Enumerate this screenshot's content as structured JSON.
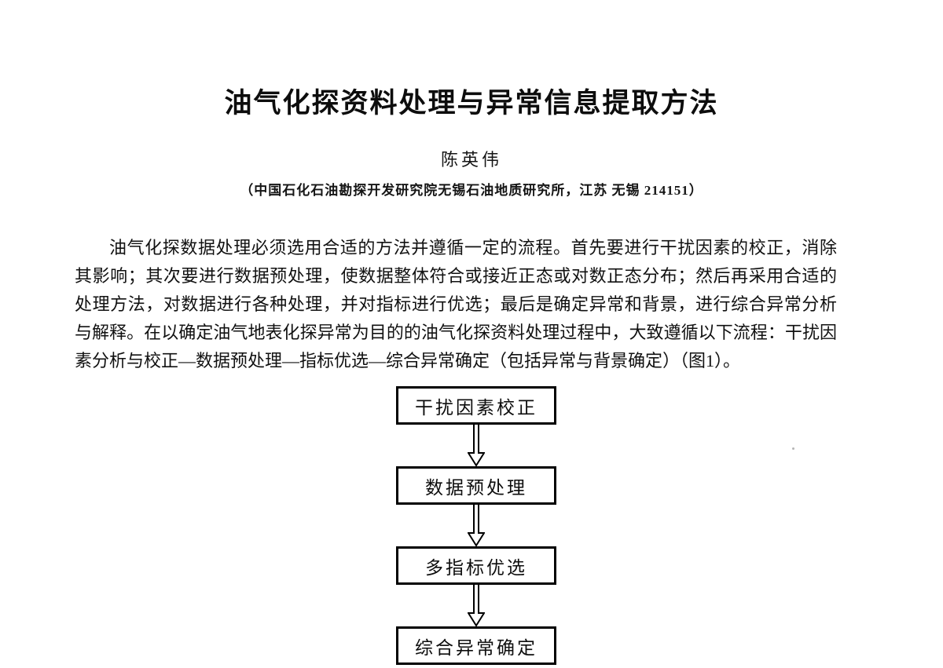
{
  "page": {
    "title": "油气化探资料处理与异常信息提取方法",
    "author": "陈英伟",
    "affiliation": "（中国石化石油勘探开发研究院无锡石油地质研究所，江苏 无锡  214151）",
    "paragraph_lines": [
      "油气化探数据处理必须选用合适的方法并遵循一定的流程。首先要进行干扰因素的校正，消除",
      "其影响；其次要进行数据预处理，使数据整体符合或接近正态或对数正态分布；然后再采用合适的",
      "处理方法，对数据进行各种处理，并对指标进行优选；最后是确定异常和背景，进行综合异常分析",
      "与解释。在以确定油气地表化探异常为目的的油气化探资料处理过程中，大致遵循以下流程：干扰因",
      "素分析与校正—数据预处理—指标优选—综合异常确定（包括异常与背景确定）（图1）。"
    ]
  },
  "flowchart": {
    "arrow_icon": "hollow-down-block-arrow",
    "steps": [
      {
        "label": "干扰因素校正"
      },
      {
        "label": "数据预处理"
      },
      {
        "label": "多指标优选"
      },
      {
        "label": "综合异常确定"
      }
    ]
  },
  "colors": {
    "ink": "#111111",
    "paper": "#ffffff"
  }
}
